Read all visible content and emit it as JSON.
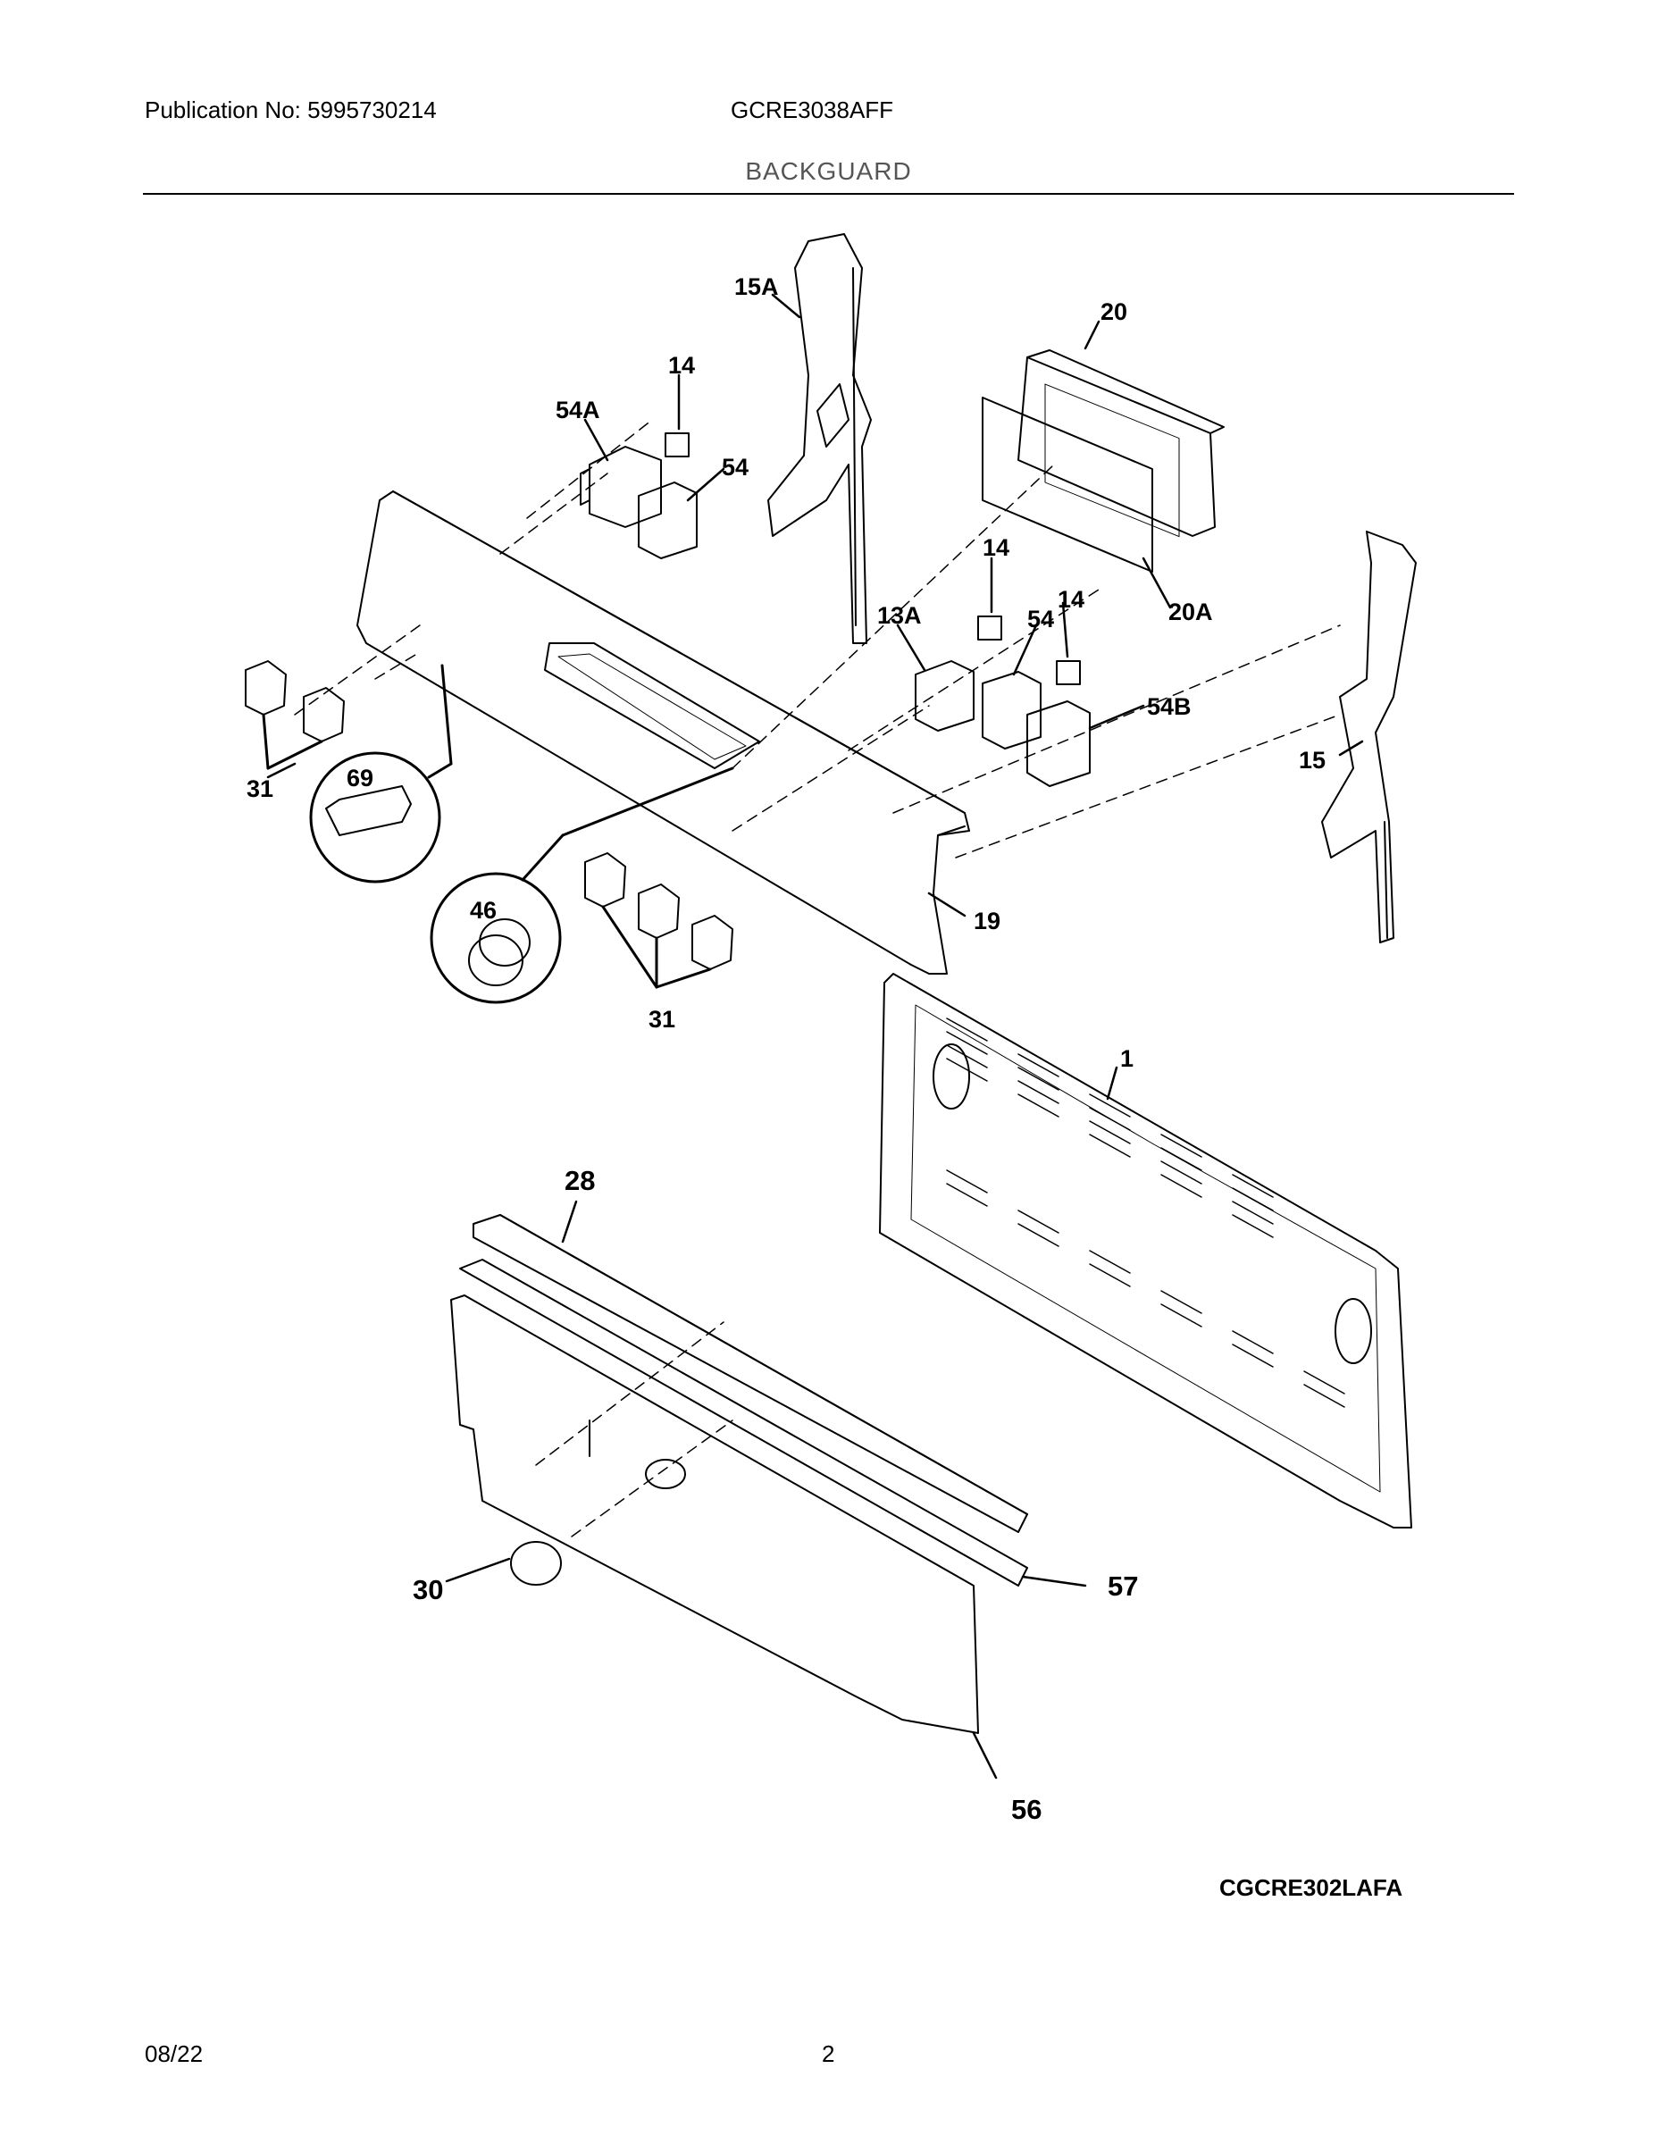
{
  "header": {
    "publication": "Publication No: 5995730214",
    "model": "GCRE3038AFF",
    "section_title": "BACKGUARD"
  },
  "callouts": {
    "c15A": "15A",
    "c20": "20",
    "c14a": "14",
    "c54A": "54A",
    "c54a": "54",
    "c14b": "14",
    "c14c": "14",
    "c13A": "13A",
    "c54b": "54",
    "c20A": "20A",
    "c54B": "54B",
    "c15": "15",
    "c31a": "31",
    "c69": "69",
    "c46": "46",
    "c19": "19",
    "c31b": "31",
    "c1": "1",
    "c28": "28",
    "c30": "30",
    "c57": "57",
    "c56": "56"
  },
  "drawing_code": "CGCRE302LAFA",
  "footer": {
    "date": "08/22",
    "page": "2"
  }
}
